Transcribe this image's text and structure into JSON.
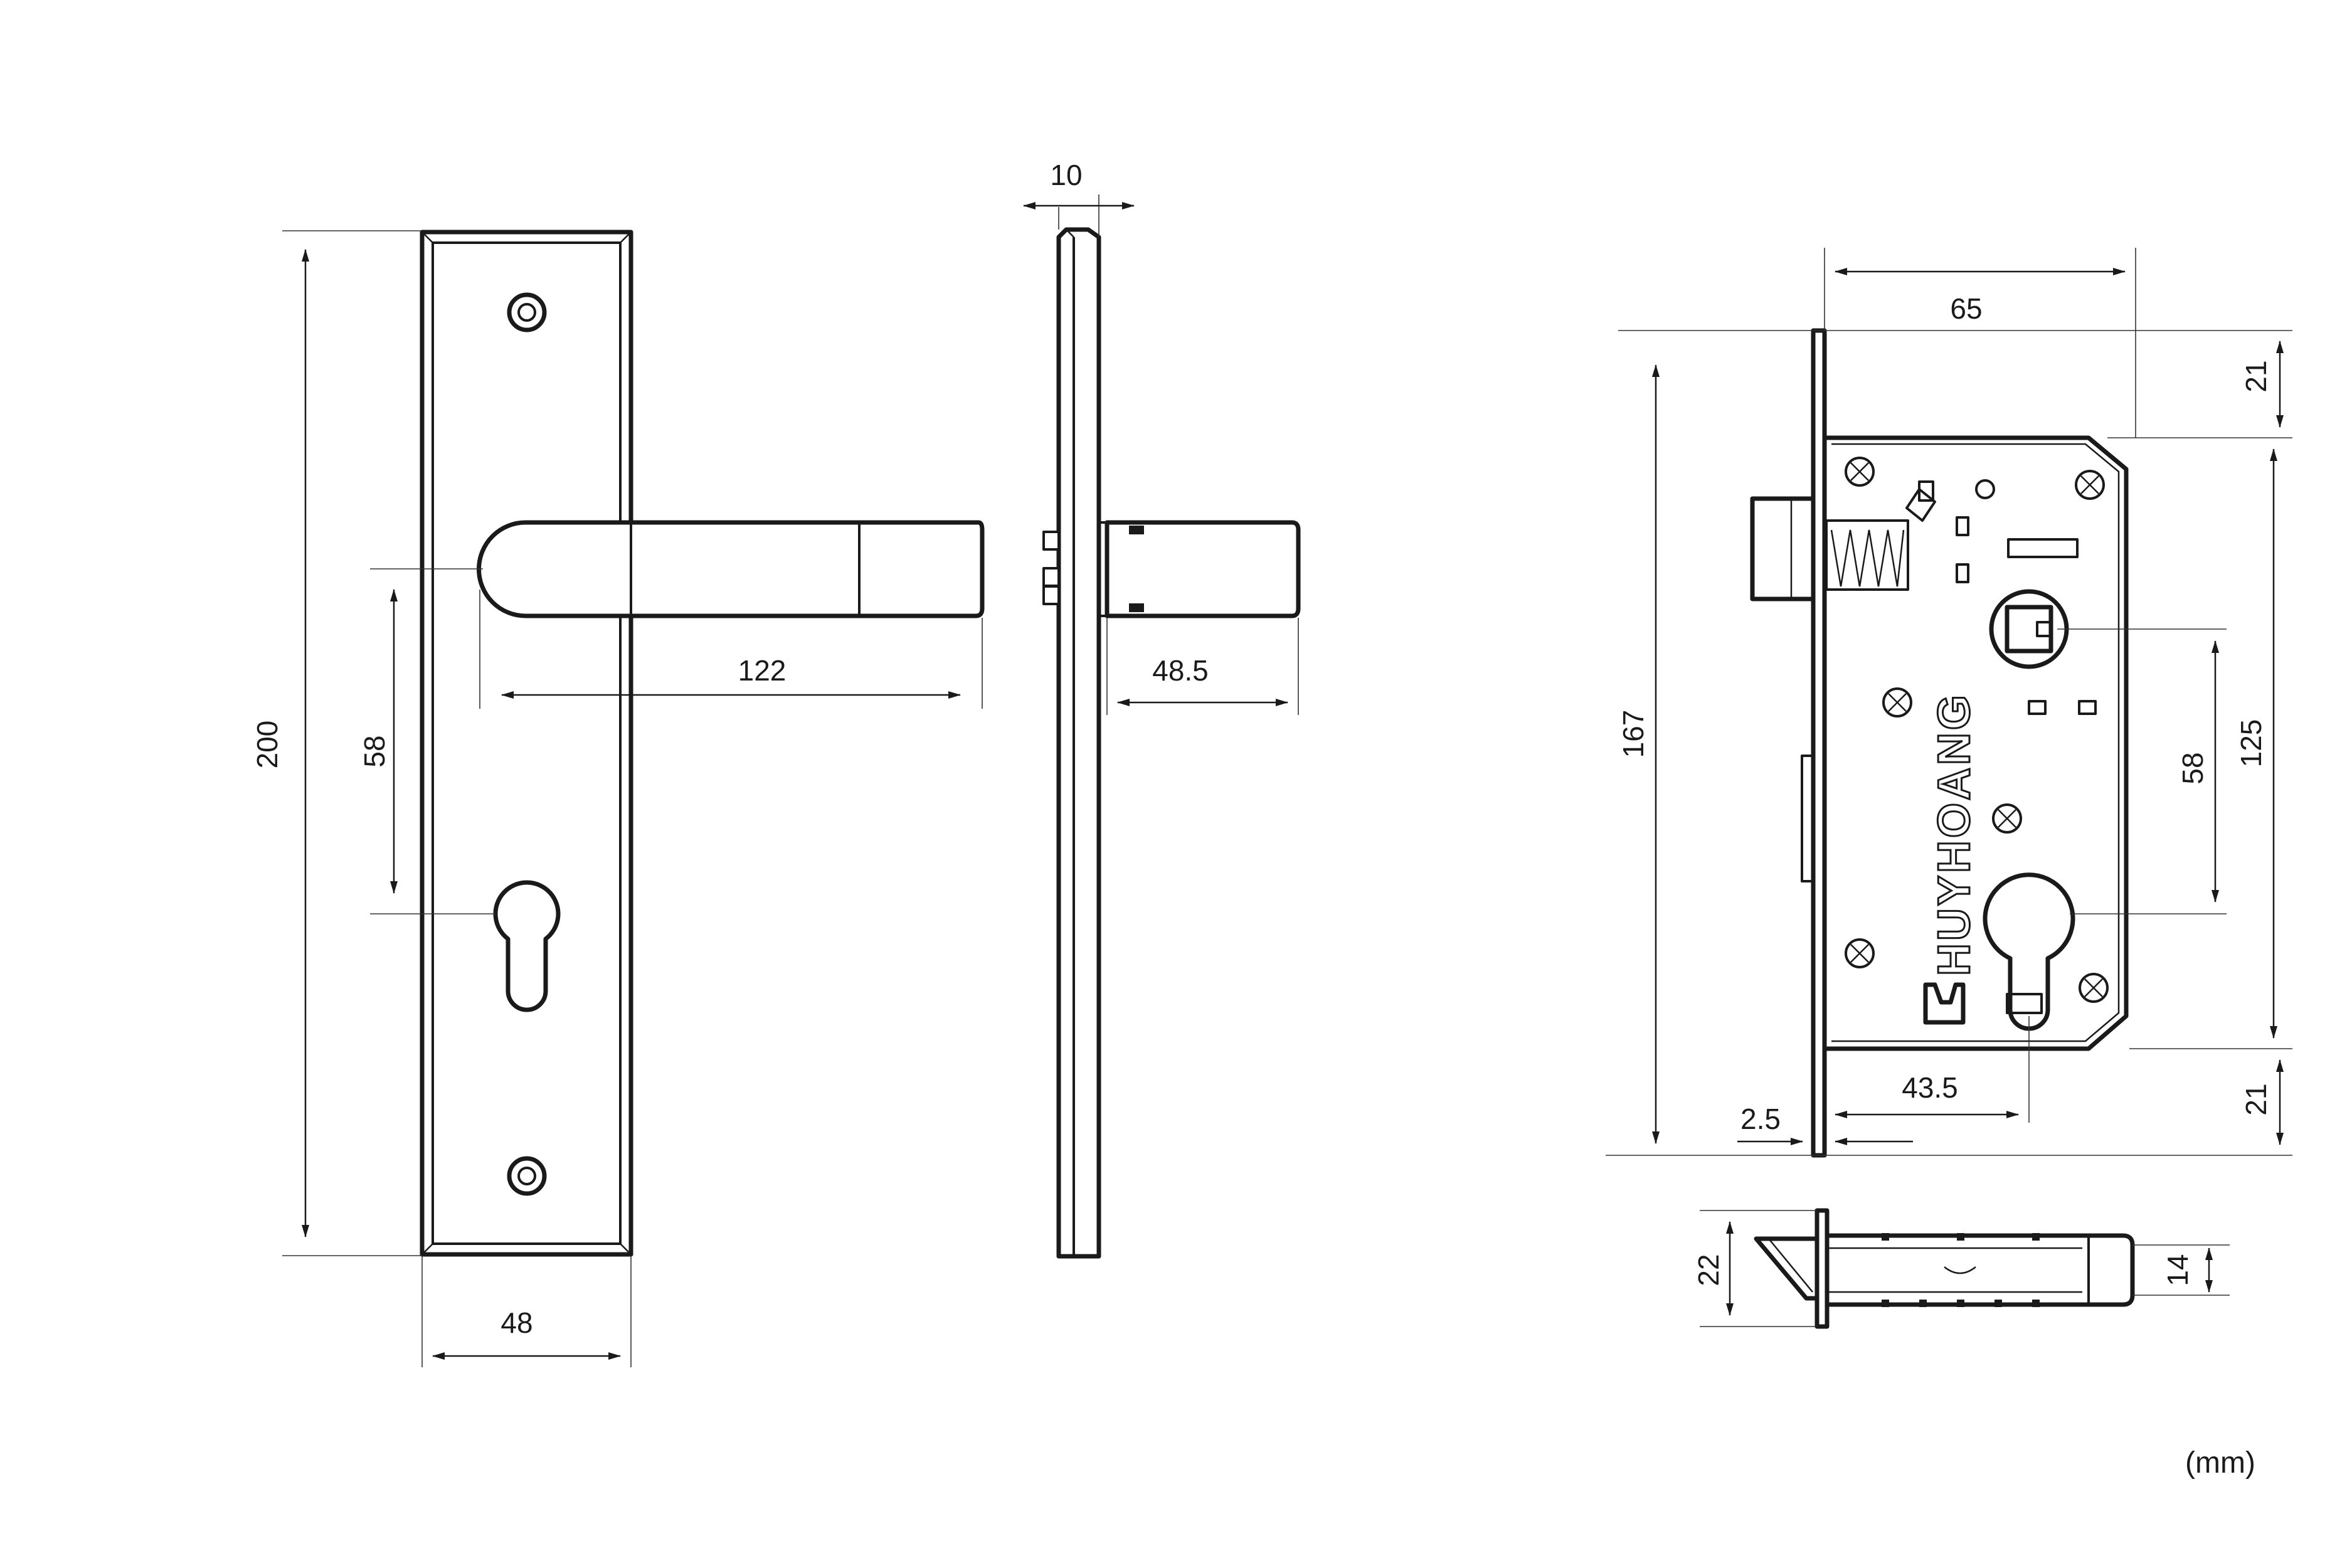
{
  "dimensions": {
    "plate_height": "200",
    "plate_width": "48",
    "handle_length": "122",
    "hole_spacing_left": "58",
    "plate_thickness": "10",
    "handle_projection": "48.5",
    "body_width": "65",
    "body_height": "167",
    "top_margin": "21",
    "bottom_margin": "21",
    "screw_spacing": "125",
    "hole_spacing_right": "58",
    "backset": "43.5",
    "faceplate_thickness": "2.5",
    "latch_depth": "22",
    "body_depth": "14"
  },
  "brand": "HUYHOANG",
  "unit_label": "(mm)"
}
